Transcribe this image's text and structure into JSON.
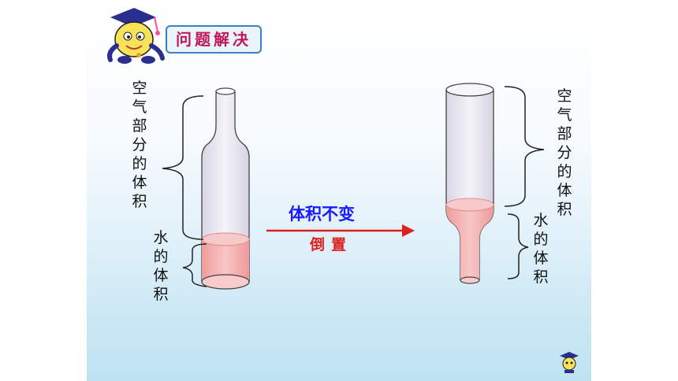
{
  "title": "问题解决",
  "left": {
    "air_label": "空气部分的体积",
    "water_label": "水的体积"
  },
  "right": {
    "air_label": "空气部分的体积",
    "water_label": "水的体积"
  },
  "arrow": {
    "top_label": "体积不变",
    "bottom_label": "倒置"
  },
  "colors": {
    "water": "#f4b6b6",
    "glass": "#e8e6f0",
    "arrow": "#e02020",
    "title_text": "#c2185b"
  },
  "icons": [
    "mascot-doctor-icon",
    "small-mascot-icon"
  ]
}
